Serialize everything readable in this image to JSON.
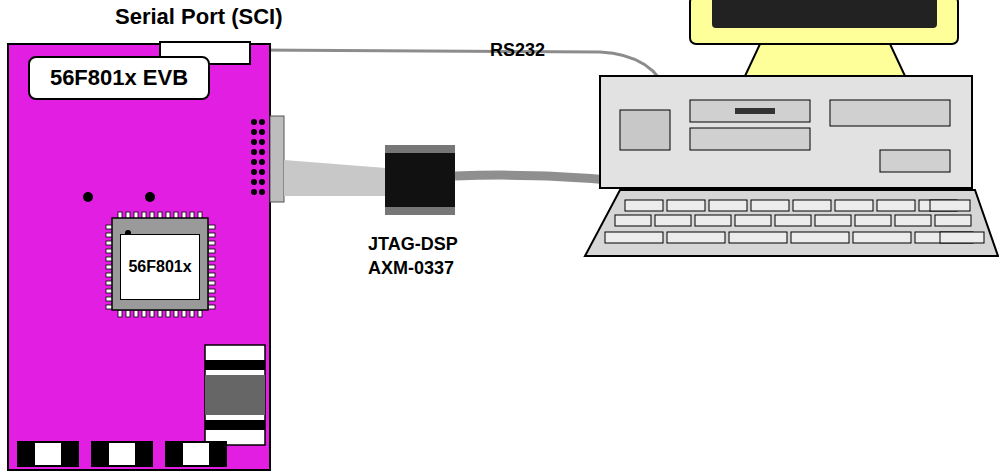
{
  "diagram": {
    "nodes": [
      {
        "text": [
          "56F801x EVB"
        ]
      },
      {
        "text": [
          "56F801x"
        ]
      }
    ],
    "labels": [
      "Serial Port (SCI)",
      "RS232",
      "JTAG-DSP AXM-0337"
    ]
  }
}
